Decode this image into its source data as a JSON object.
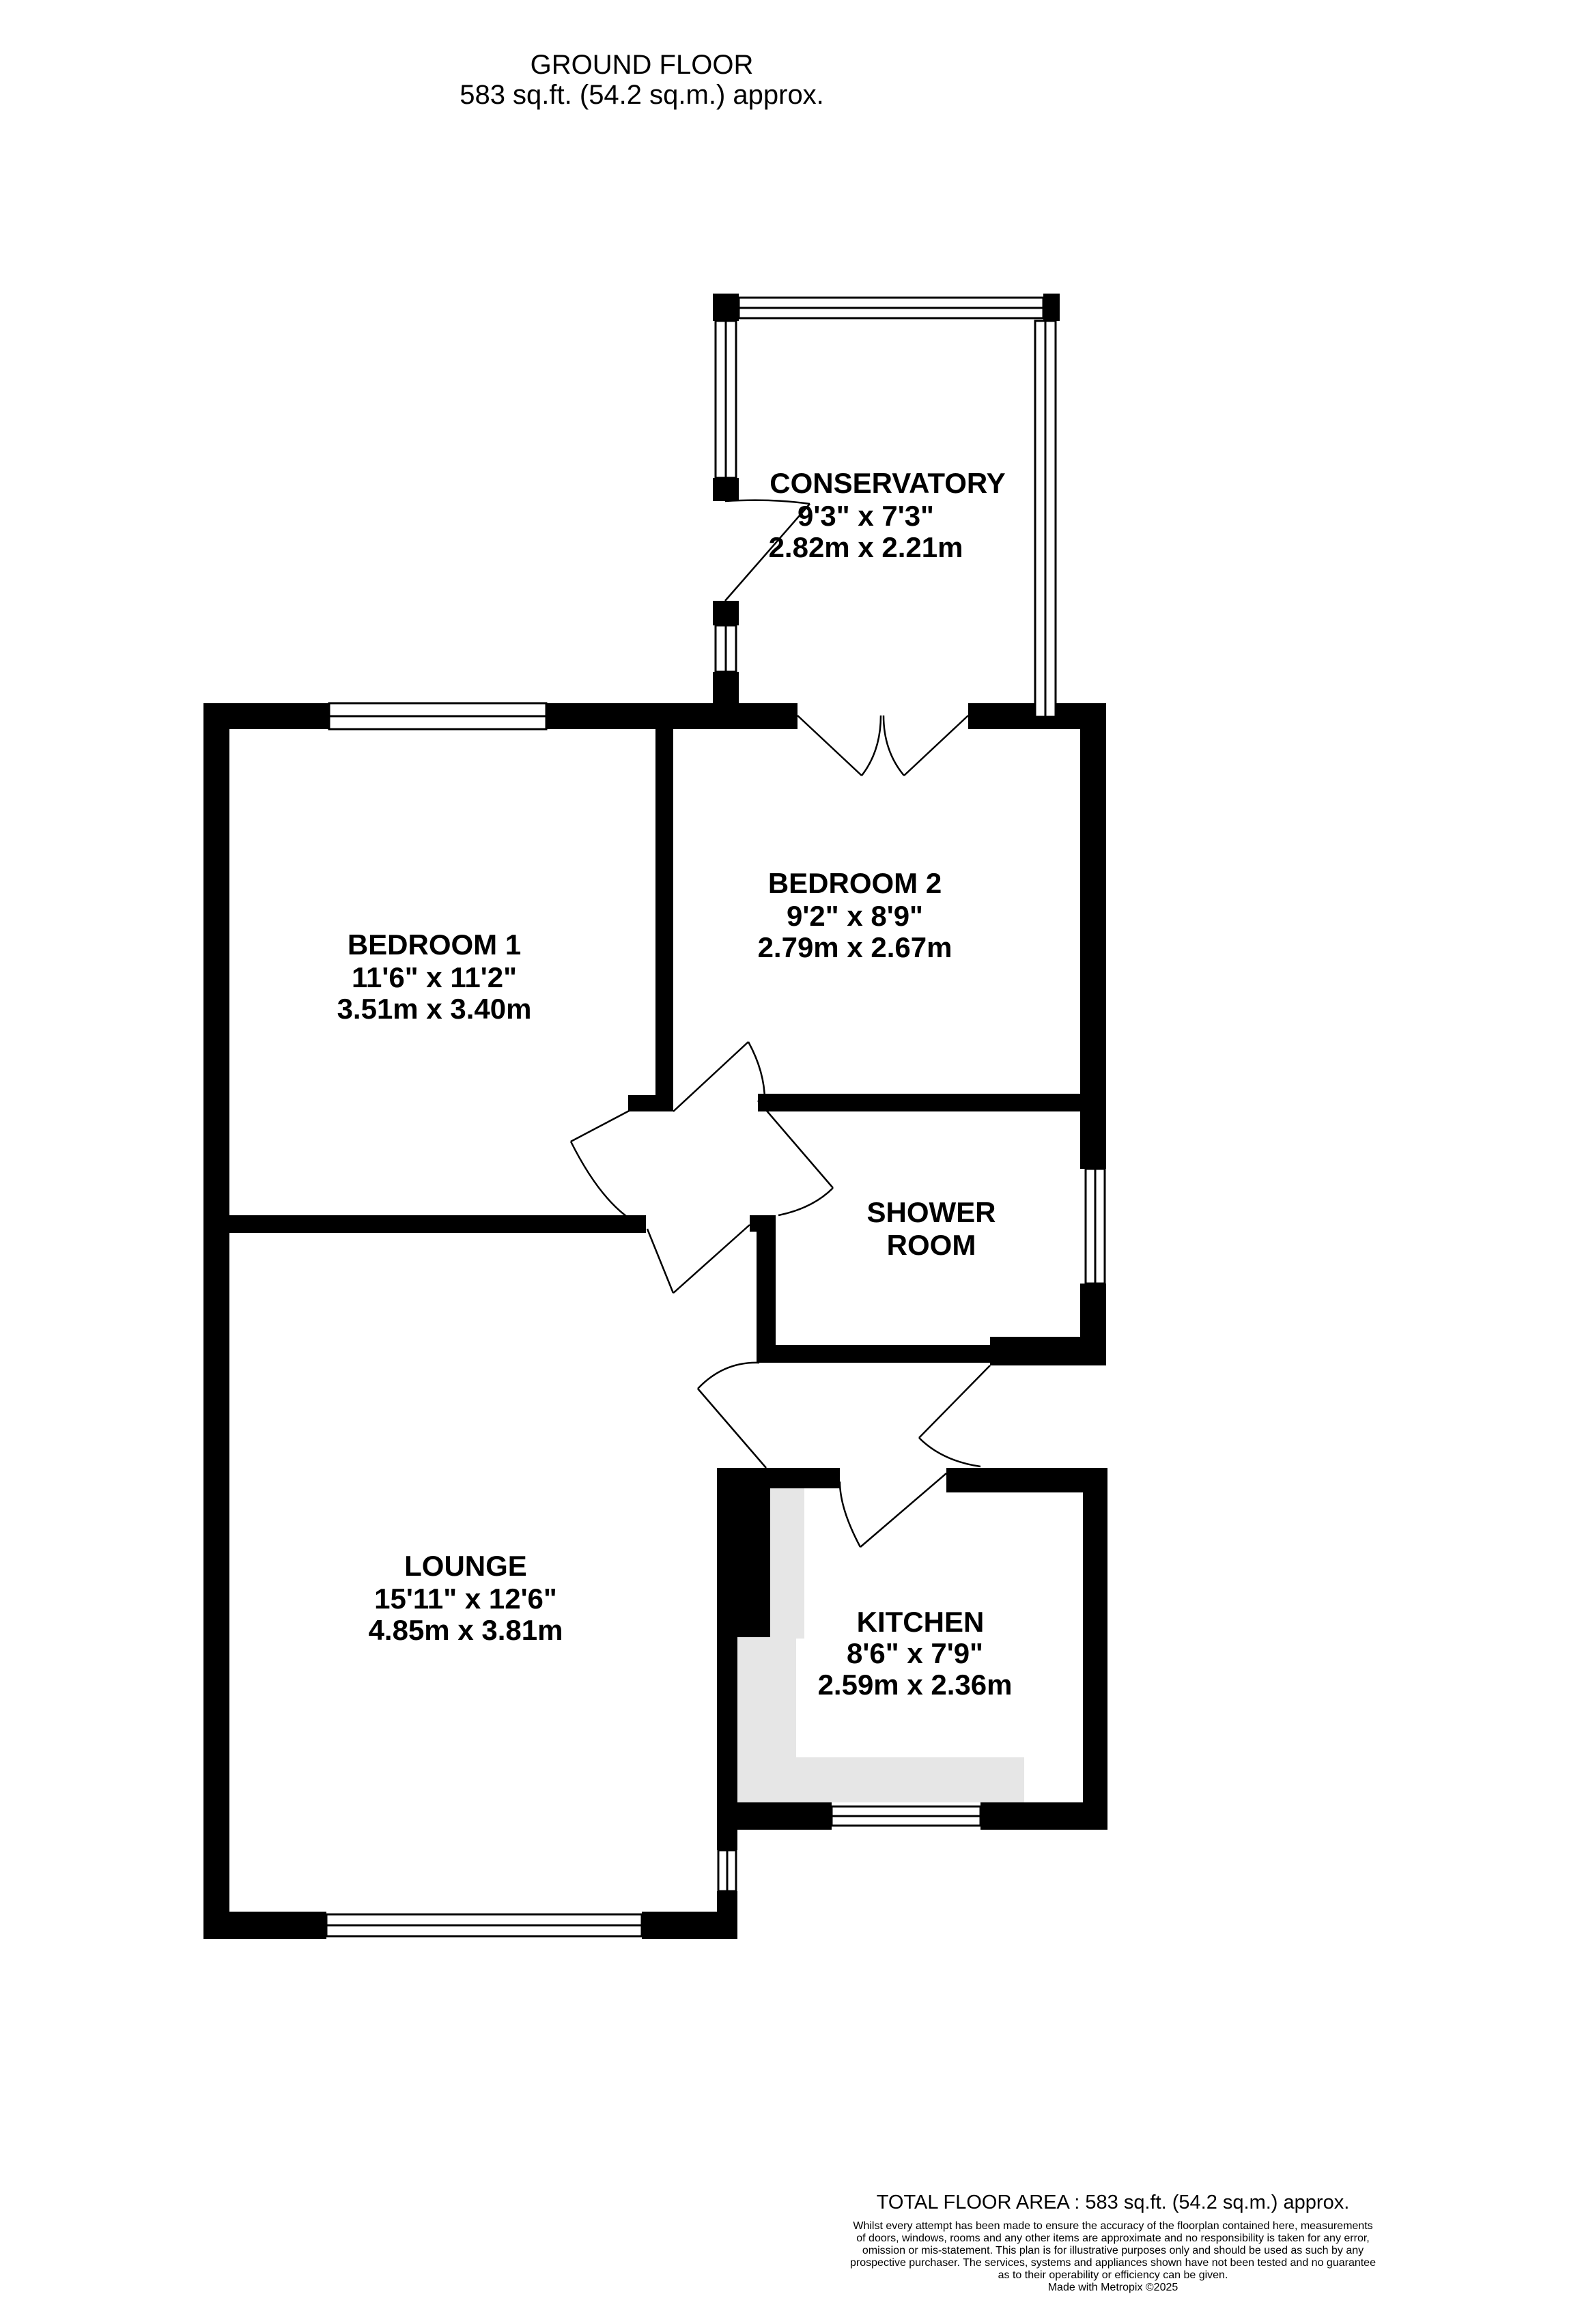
{
  "header": {
    "floor_name": "GROUND FLOOR",
    "floor_area": "583 sq.ft. (54.2 sq.m.) approx."
  },
  "rooms": {
    "conservatory": {
      "name": "CONSERVATORY",
      "imperial": "9'3\"  x 7'3\"",
      "metric": "2.82m  x 2.21m"
    },
    "bedroom1": {
      "name": "BEDROOM 1",
      "imperial": "11'6\"  x 11'2\"",
      "metric": "3.51m  x 3.40m"
    },
    "bedroom2": {
      "name": "BEDROOM 2",
      "imperial": "9'2\"  x 8'9\"",
      "metric": "2.79m  x 2.67m"
    },
    "shower": {
      "name_line1": "SHOWER",
      "name_line2": "ROOM"
    },
    "lounge": {
      "name": "LOUNGE",
      "imperial": "15'11\"  x 12'6\"",
      "metric": "4.85m  x 3.81m"
    },
    "kitchen": {
      "name": "KITCHEN",
      "imperial": "8'6\"  x 7'9\"",
      "metric": "2.59m  x 2.36m"
    }
  },
  "footer": {
    "total_area": "TOTAL FLOOR AREA : 583 sq.ft. (54.2 sq.m.) approx.",
    "disclaimer_lines": [
      "Whilst every attempt has been made to ensure the accuracy of the floorplan contained here, measurements",
      "of doors, windows, rooms and any other items are approximate and no responsibility is taken for any error,",
      "omission or mis-statement. This plan is for illustrative purposes only and should be used as such by any",
      "prospective purchaser. The services, systems and appliances shown have not been tested and no guarantee",
      "as to their operability or efficiency can be given."
    ],
    "credit": "Made with Metropix ©2025"
  },
  "colors": {
    "wall": "#000000",
    "worktop": "#e6e6e6",
    "background": "#ffffff"
  }
}
